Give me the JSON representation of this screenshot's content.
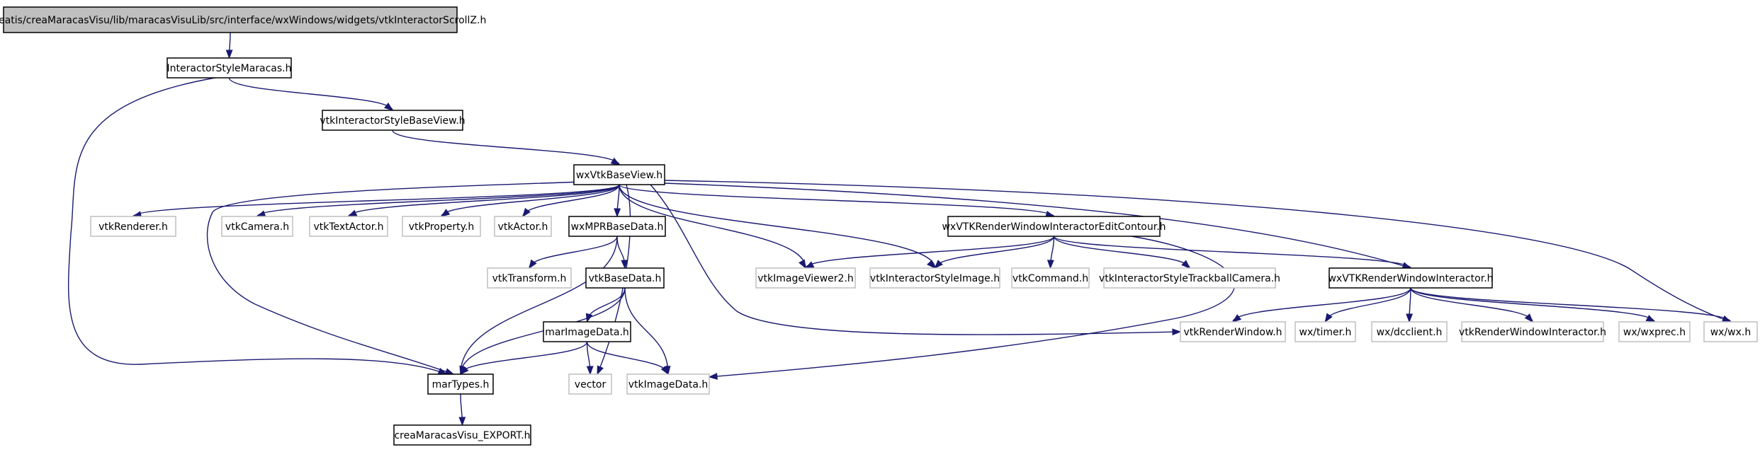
{
  "graph": {
    "nodes": [
      {
        "id": "root",
        "label": "C:/Creatis/creaMaracasVisu/lib/maracasVisuLib/src/interface/wxWindows/widgets/vtkInteractorScrollZ.h",
        "kind": "root"
      },
      {
        "id": "ism",
        "label": "InteractorStyleMaracas.h",
        "kind": "normal"
      },
      {
        "id": "isbv",
        "label": "vtkInteractorStyleBaseView.h",
        "kind": "normal"
      },
      {
        "id": "wxvbv",
        "label": "wxVtkBaseView.h",
        "kind": "normal"
      },
      {
        "id": "renderer",
        "label": "vtkRenderer.h",
        "kind": "external"
      },
      {
        "id": "camera",
        "label": "vtkCamera.h",
        "kind": "external"
      },
      {
        "id": "textactor",
        "label": "vtkTextActor.h",
        "kind": "external"
      },
      {
        "id": "property",
        "label": "vtkProperty.h",
        "kind": "external"
      },
      {
        "id": "actor",
        "label": "vtkActor.h",
        "kind": "external"
      },
      {
        "id": "mpr",
        "label": "wxMPRBaseData.h",
        "kind": "normal"
      },
      {
        "id": "transform",
        "label": "vtkTransform.h",
        "kind": "external"
      },
      {
        "id": "basedata",
        "label": "vtkBaseData.h",
        "kind": "normal"
      },
      {
        "id": "marimage",
        "label": "marImageData.h",
        "kind": "normal"
      },
      {
        "id": "martypes",
        "label": "marTypes.h",
        "kind": "normal"
      },
      {
        "id": "export",
        "label": "creaMaracasVisu_EXPORT.h",
        "kind": "normal"
      },
      {
        "id": "vector",
        "label": "vector",
        "kind": "external"
      },
      {
        "id": "imagedata",
        "label": "vtkImageData.h",
        "kind": "external"
      },
      {
        "id": "editcontour",
        "label": "wxVTKRenderWindowInteractorEditContour.h",
        "kind": "normal"
      },
      {
        "id": "viewer2",
        "label": "vtkImageViewer2.h",
        "kind": "external"
      },
      {
        "id": "styleimage",
        "label": "vtkInteractorStyleImage.h",
        "kind": "external"
      },
      {
        "id": "command",
        "label": "vtkCommand.h",
        "kind": "external"
      },
      {
        "id": "trackball",
        "label": "vtkInteractorStyleTrackballCamera.h",
        "kind": "external"
      },
      {
        "id": "wxrwi",
        "label": "wxVTKRenderWindowInteractor.h",
        "kind": "normal"
      },
      {
        "id": "renderwindow",
        "label": "vtkRenderWindow.h",
        "kind": "external"
      },
      {
        "id": "timer",
        "label": "wx/timer.h",
        "kind": "external"
      },
      {
        "id": "dcclient",
        "label": "wx/dcclient.h",
        "kind": "external"
      },
      {
        "id": "rwi",
        "label": "vtkRenderWindowInteractor.h",
        "kind": "external"
      },
      {
        "id": "wxprec",
        "label": "wx/wxprec.h",
        "kind": "external"
      },
      {
        "id": "wxh",
        "label": "wx/wx.h",
        "kind": "external"
      }
    ],
    "edges": [
      [
        "root",
        "ism"
      ],
      [
        "ism",
        "isbv"
      ],
      [
        "ism",
        "martypes"
      ],
      [
        "isbv",
        "wxvbv"
      ],
      [
        "wxvbv",
        "renderer"
      ],
      [
        "wxvbv",
        "camera"
      ],
      [
        "wxvbv",
        "textactor"
      ],
      [
        "wxvbv",
        "property"
      ],
      [
        "wxvbv",
        "actor"
      ],
      [
        "wxvbv",
        "mpr"
      ],
      [
        "wxvbv",
        "martypes"
      ],
      [
        "wxvbv",
        "vector"
      ],
      [
        "wxvbv",
        "viewer2"
      ],
      [
        "wxvbv",
        "styleimage"
      ],
      [
        "wxvbv",
        "editcontour"
      ],
      [
        "wxvbv",
        "wxrwi"
      ],
      [
        "wxvbv",
        "renderwindow"
      ],
      [
        "wxvbv",
        "wxh"
      ],
      [
        "mpr",
        "transform"
      ],
      [
        "mpr",
        "basedata"
      ],
      [
        "mpr",
        "martypes"
      ],
      [
        "basedata",
        "marimage"
      ],
      [
        "basedata",
        "martypes"
      ],
      [
        "basedata",
        "imagedata"
      ],
      [
        "marimage",
        "martypes"
      ],
      [
        "marimage",
        "vector"
      ],
      [
        "marimage",
        "imagedata"
      ],
      [
        "martypes",
        "export"
      ],
      [
        "editcontour",
        "viewer2"
      ],
      [
        "editcontour",
        "styleimage"
      ],
      [
        "editcontour",
        "command"
      ],
      [
        "editcontour",
        "trackball"
      ],
      [
        "editcontour",
        "wxrwi"
      ],
      [
        "editcontour",
        "imagedata"
      ],
      [
        "wxrwi",
        "renderwindow"
      ],
      [
        "wxrwi",
        "timer"
      ],
      [
        "wxrwi",
        "dcclient"
      ],
      [
        "wxrwi",
        "rwi"
      ],
      [
        "wxrwi",
        "wxprec"
      ],
      [
        "wxrwi",
        "wxh"
      ]
    ]
  }
}
